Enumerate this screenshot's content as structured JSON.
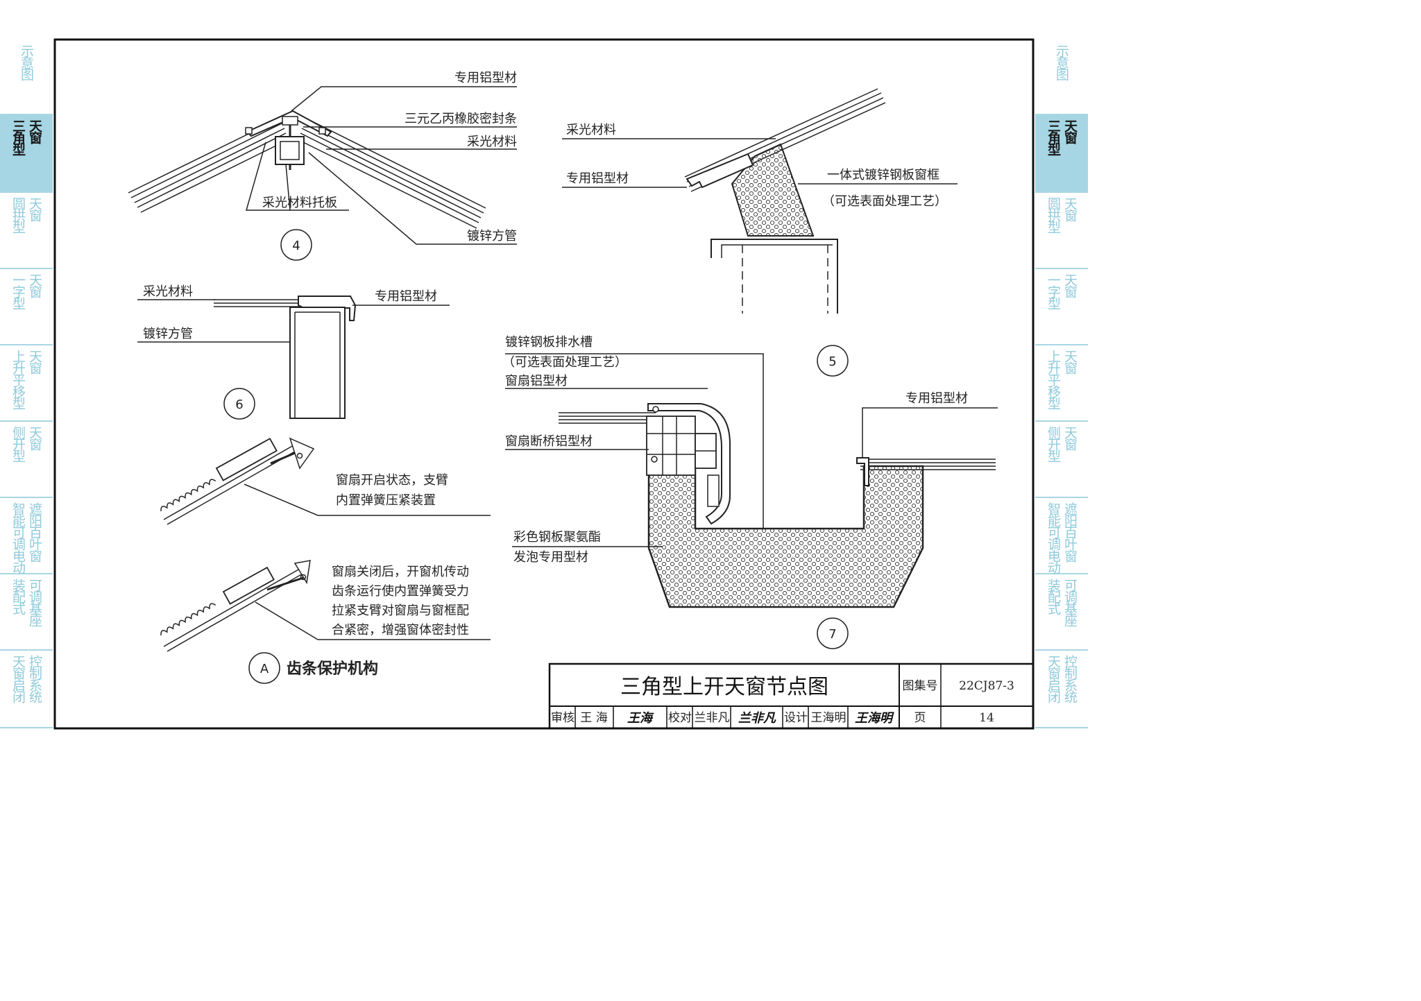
{
  "side_tabs": [
    {
      "lines": [
        "示意图"
      ],
      "active": false
    },
    {
      "lines": [
        "天窗",
        "三角型"
      ],
      "active": true
    },
    {
      "lines": [
        "天窗",
        "圆拱型"
      ],
      "active": false
    },
    {
      "lines": [
        "天窗",
        "一字型"
      ],
      "active": false
    },
    {
      "lines": [
        "天窗",
        "上升平移型"
      ],
      "active": false
    },
    {
      "lines": [
        "天窗",
        "侧开型"
      ],
      "active": false
    },
    {
      "lines": [
        "遮阳百叶窗",
        "智能可调电动"
      ],
      "active": false
    },
    {
      "lines": [
        "可调基座",
        "装配式"
      ],
      "active": false
    },
    {
      "lines": [
        "控制系统",
        "天窗启闭"
      ],
      "active": false
    }
  ],
  "detail4": {
    "number": "4",
    "labels": [
      "专用铝型材",
      "三元乙丙橡胶密封条",
      "采光材料",
      "采光材料托板",
      "镀锌方管"
    ]
  },
  "detail5": {
    "number": "5",
    "labels": [
      "采光材料",
      "专用铝型材",
      "一体式镀锌钢板窗框",
      "（可选表面处理工艺）"
    ]
  },
  "detail6": {
    "number": "6",
    "labels": [
      "采光材料",
      "专用铝型材",
      "镀锌方管"
    ]
  },
  "detail7": {
    "number": "7",
    "labels": [
      "镀锌钢板排水槽",
      "（可选表面处理工艺）",
      "窗扇铝型材",
      "窗扇断桥铝型材",
      "专用铝型材",
      "彩色钢板聚氨酯",
      "发泡专用型材"
    ]
  },
  "detailA": {
    "marker": "A",
    "title": "齿条保护机构",
    "open_note": [
      "窗扇开启状态，支臂",
      "内置弹簧压紧装置"
    ],
    "closed_note": [
      "窗扇关闭后，开窗机传动",
      "齿条运行使内置弹簧受力",
      "拉紧支臂对窗扇与窗框配",
      "合紧密，增强窗体密封性"
    ]
  },
  "title_block": {
    "title": "三角型上开天窗节点图",
    "atlas_label": "图集号",
    "atlas_no": "22CJ87-3",
    "review_label": "审核",
    "reviewer": "王 海",
    "review_sig": "王海",
    "check_label": "校对",
    "checker": "兰非凡",
    "check_sig": "兰非凡",
    "design_label": "设计",
    "designer": "王海明",
    "design_sig": "王海明",
    "page_label": "页",
    "page_no": "14"
  }
}
